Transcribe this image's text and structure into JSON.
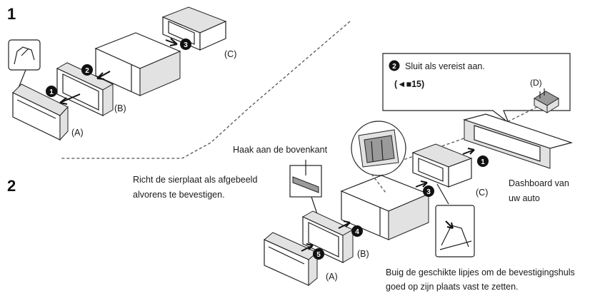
{
  "steps": [
    {
      "number": "1"
    },
    {
      "number": "2"
    }
  ],
  "badges": [
    "1",
    "2",
    "3",
    "1",
    "3",
    "4",
    "5",
    "2"
  ],
  "part_labels": {
    "a1": "(A)",
    "b1": "(B)",
    "c1": "(C)",
    "a2": "(A)",
    "b2": "(B)",
    "c2": "(C)",
    "d": "(D)"
  },
  "texts": {
    "hook_top": "Haak aan de bovenkant",
    "orient_line1": "Richt de sierplaat als afgebeeld",
    "orient_line2": "alvorens te bevestigen.",
    "connect_line1": "Sluit als vereist aan.",
    "connect_ref": "(◄■15)",
    "dashboard_line1": "Dashboard van",
    "dashboard_line2": "uw auto",
    "bend_line1": "Buig de geschikte lipjes om de bevestigingshuls",
    "bend_line2": "goed op zijn plaats vast te zetten."
  }
}
